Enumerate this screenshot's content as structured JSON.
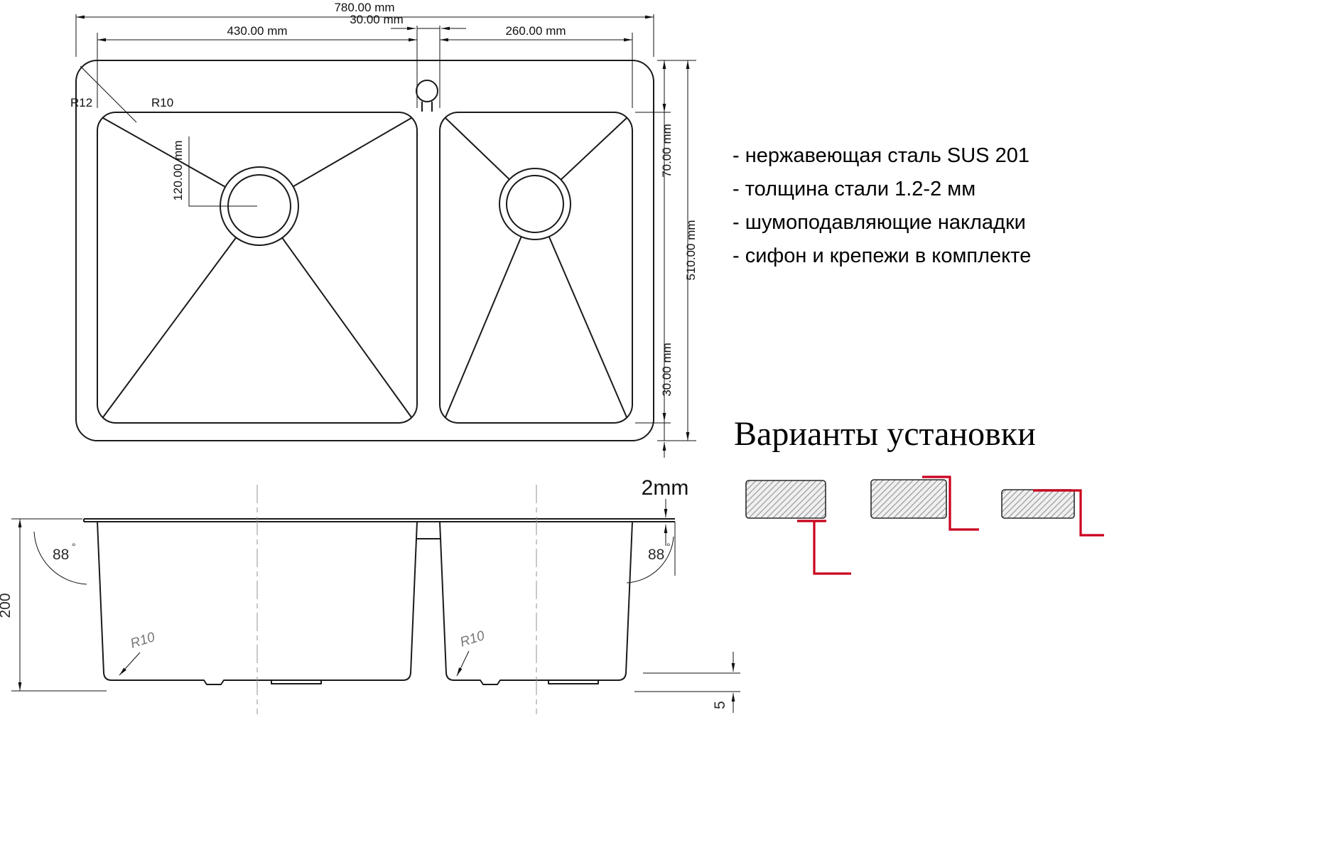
{
  "top_view": {
    "dims": {
      "total_width": "780.00 mm",
      "left_bowl_width": "430.00 mm",
      "gap": "30.00 mm",
      "right_bowl_width": "260.00 mm",
      "top_margin": "70.00 mm",
      "total_depth": "510.00 mm",
      "bottom_margin": "30.00 mm",
      "drain_diameter": "120.00 mm",
      "corner_radius_outer": "R12",
      "corner_radius_bowl": "R10"
    }
  },
  "side_view": {
    "dims": {
      "rim_thickness": "2mm",
      "depth": "200",
      "angle_left": "88",
      "angle_right": "88",
      "degree": "°",
      "bottom_radius_left": "R10",
      "bottom_radius_right": "R10",
      "pad_height": "5"
    }
  },
  "features": {
    "items": [
      "- нержавеющая сталь SUS 201",
      "- толщина стали 1.2-2 мм",
      "- шумоподавляющие накладки",
      "- сифон и крепежи в комплекте"
    ]
  },
  "installation": {
    "heading": "Варианты установки"
  },
  "colors": {
    "accent_red": "#c9001e",
    "hatch": "#999999",
    "line": "#1a1a1a"
  }
}
